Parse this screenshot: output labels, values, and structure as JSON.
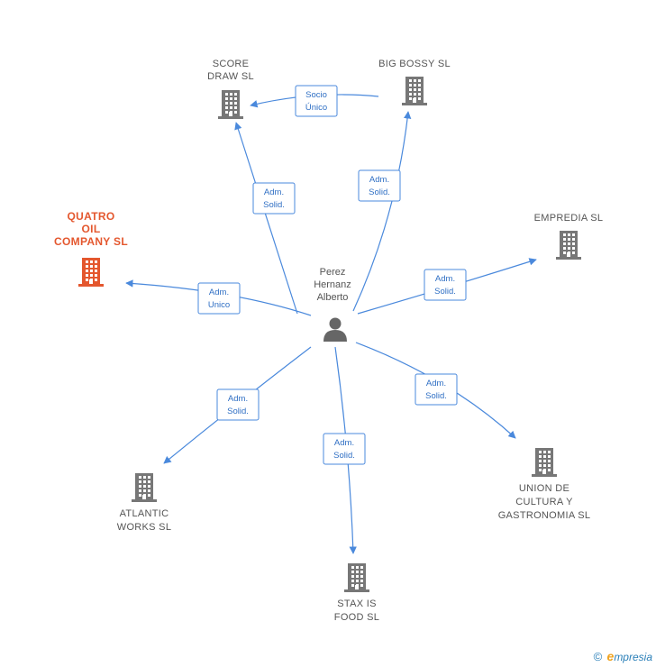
{
  "center": {
    "label_lines": [
      "Perez",
      "Hernanz",
      "Alberto"
    ],
    "icon": "person-icon"
  },
  "nodes": [
    {
      "id": "score",
      "label_lines": [
        "SCORE",
        "DRAW SL"
      ],
      "icon": "building-icon",
      "color": "#777777",
      "focus": false
    },
    {
      "id": "bigbossy",
      "label_lines": [
        "BIG BOSSY SL"
      ],
      "icon": "building-icon",
      "color": "#777777",
      "focus": false
    },
    {
      "id": "quatro",
      "label_lines": [
        "QUATRO",
        "OIL",
        "COMPANY SL"
      ],
      "icon": "building-icon",
      "color": "#e4572e",
      "focus": true
    },
    {
      "id": "empredia",
      "label_lines": [
        "EMPREDIA SL"
      ],
      "icon": "building-icon",
      "color": "#777777",
      "focus": false
    },
    {
      "id": "union",
      "label_lines": [
        "UNION DE",
        "CULTURA Y",
        "GASTRONOMIA SL"
      ],
      "icon": "building-icon",
      "color": "#777777",
      "focus": false
    },
    {
      "id": "atlantic",
      "label_lines": [
        "ATLANTIC",
        "WORKS  SL"
      ],
      "icon": "building-icon",
      "color": "#777777",
      "focus": false
    },
    {
      "id": "stax",
      "label_lines": [
        "STAX IS",
        "FOOD SL"
      ],
      "icon": "building-icon",
      "color": "#777777",
      "focus": false
    }
  ],
  "edges": [
    {
      "from": "center",
      "to": "score",
      "label_lines": [
        "Adm.",
        "Solid."
      ]
    },
    {
      "from": "center",
      "to": "bigbossy",
      "label_lines": [
        "Adm.",
        "Solid."
      ]
    },
    {
      "from": "bigbossy",
      "to": "score",
      "label_lines": [
        "Socio",
        "Único"
      ]
    },
    {
      "from": "center",
      "to": "quatro",
      "label_lines": [
        "Adm.",
        "Unico"
      ]
    },
    {
      "from": "center",
      "to": "empredia",
      "label_lines": [
        "Adm.",
        "Solid."
      ]
    },
    {
      "from": "center",
      "to": "union",
      "label_lines": [
        "Adm.",
        "Solid."
      ]
    },
    {
      "from": "center",
      "to": "atlantic",
      "label_lines": [
        "Adm.",
        "Solid."
      ]
    },
    {
      "from": "center",
      "to": "stax",
      "label_lines": [
        "Adm.",
        "Solid."
      ]
    }
  ],
  "colors": {
    "edge": "#4a89dc",
    "building": "#777777",
    "focus": "#e4572e",
    "person": "#666666"
  },
  "footer": {
    "copyright": "©",
    "brand_initial": "e",
    "brand_rest": "mpresia"
  }
}
